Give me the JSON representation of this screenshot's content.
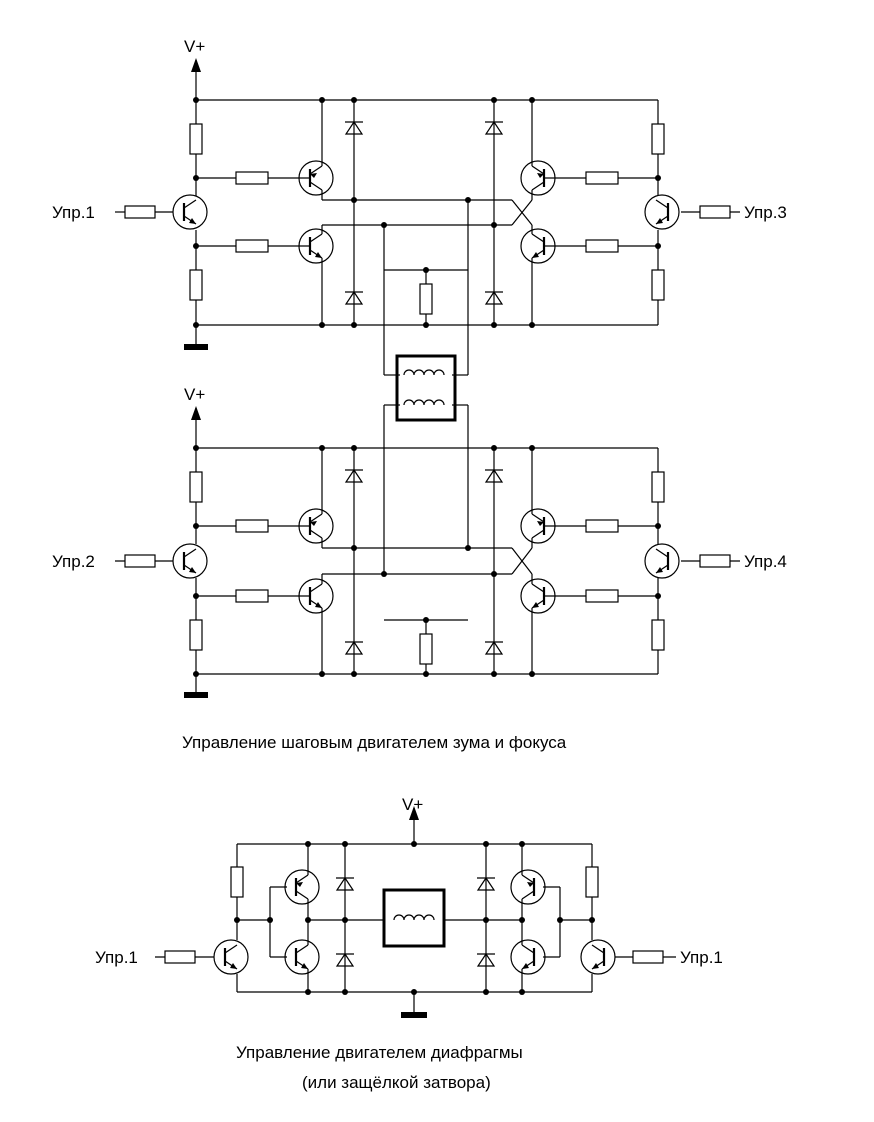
{
  "diagram": {
    "supply_label": "V+",
    "stepper": {
      "inputs": [
        "Упр.1",
        "Упр.3",
        "Упр.2",
        "Упр.4"
      ],
      "caption": "Управление шаговым двигателем зума и фокуса"
    },
    "iris": {
      "inputs": [
        "Упр.1",
        "Упр.1"
      ],
      "caption_line1": "Управление двигателем диафрагмы",
      "caption_line2": "(или защёлкой затвора)"
    }
  }
}
